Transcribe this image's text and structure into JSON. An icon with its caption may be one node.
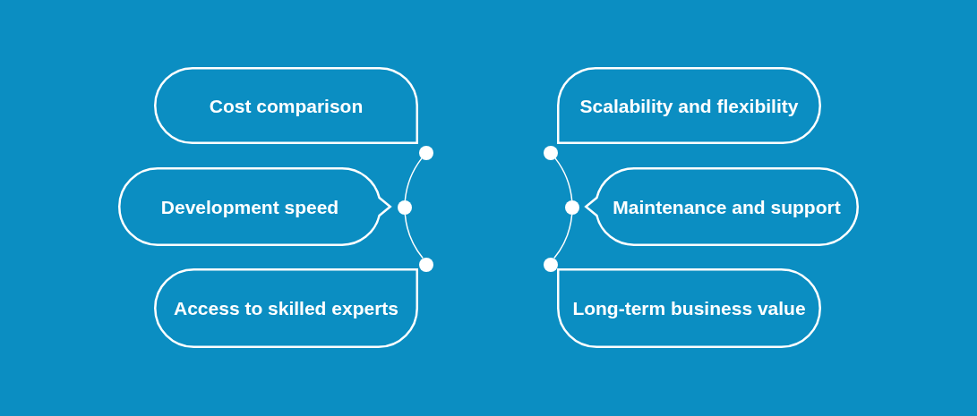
{
  "diagram": {
    "nodes": [
      {
        "text": [
          "Cost comparison"
        ]
      },
      {
        "text": [
          "Scalability and flexibility"
        ]
      },
      {
        "text": [
          "Development speed"
        ]
      },
      {
        "text": [
          "Maintenance and support"
        ]
      },
      {
        "text": [
          "Access to skilled experts"
        ]
      },
      {
        "text": [
          "Long-term business value"
        ]
      },
      {
        "text": [],
        "shape": "circle"
      },
      {
        "text": [],
        "shape": "circle"
      },
      {
        "text": [],
        "shape": "circle"
      },
      {
        "text": [],
        "shape": "circle"
      },
      {
        "text": [],
        "shape": "circle"
      },
      {
        "text": [],
        "shape": "circle"
      }
    ],
    "edges": [
      {
        "from": 6,
        "to": 8,
        "arrow": "none"
      },
      {
        "from": 8,
        "to": 10,
        "arrow": "none"
      },
      {
        "from": 7,
        "to": 9,
        "arrow": "none"
      },
      {
        "from": 9,
        "to": 11,
        "arrow": "none"
      }
    ]
  }
}
